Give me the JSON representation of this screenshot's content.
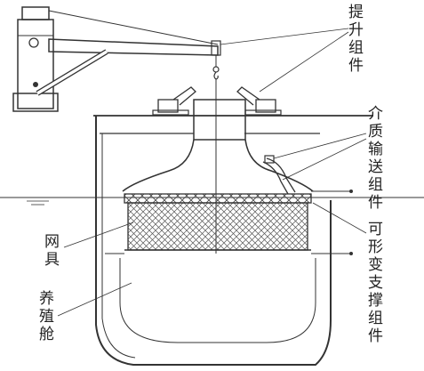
{
  "labels": {
    "lifting": [
      "提",
      "升",
      "组",
      "件"
    ],
    "medium": [
      "介",
      "质",
      "输",
      "送",
      "组",
      "件"
    ],
    "net": [
      "网",
      "具"
    ],
    "support": [
      "可",
      "形",
      "变",
      "支",
      "撑",
      "组",
      "件"
    ],
    "cabin": [
      "养",
      "殖",
      "舱"
    ]
  },
  "colors": {
    "line": "#333333",
    "mesh": "#555555",
    "background": "#ffffff"
  }
}
